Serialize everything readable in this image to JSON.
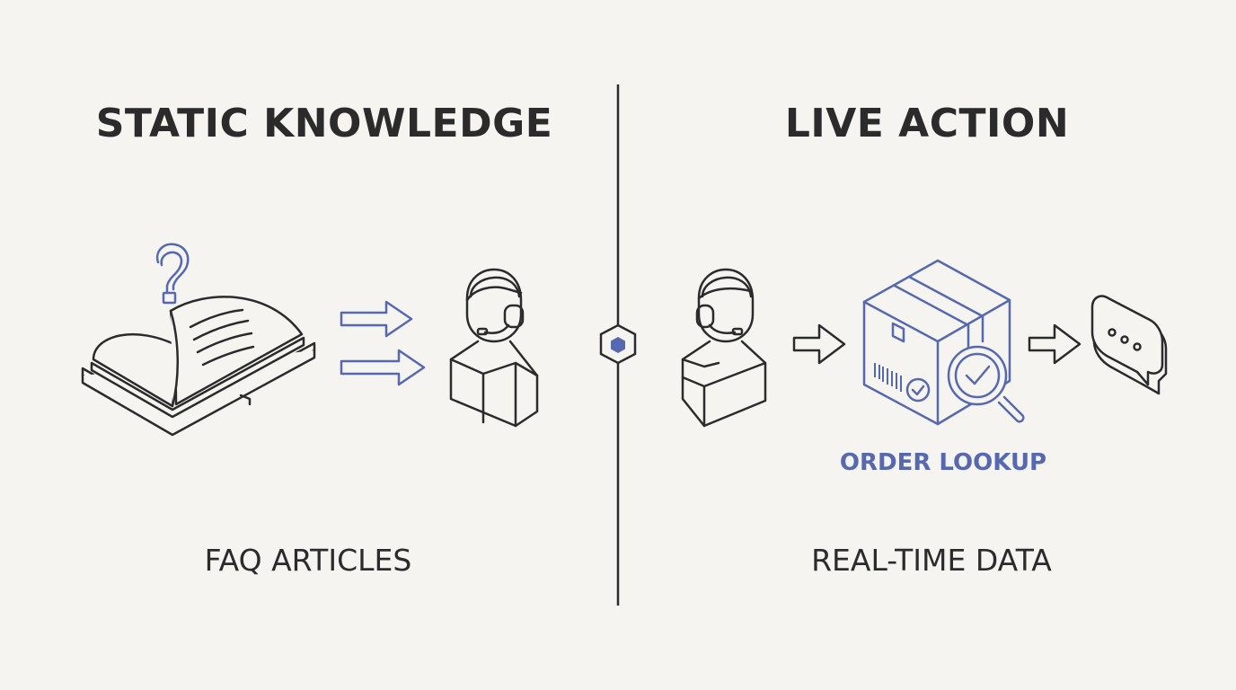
{
  "left_panel": {
    "title": "STATIC KNOWLEDGE",
    "caption": "FAQ ARTICLES"
  },
  "right_panel": {
    "title": "LIVE ACTION",
    "caption": "REAL-TIME DATA",
    "tool_label": "ORDER LOOKUP"
  },
  "icons": {
    "left": [
      "question-mark-icon",
      "open-book-icon",
      "arrow-right-icon",
      "arrow-right-icon",
      "support-agent-icon"
    ],
    "right": [
      "support-agent-icon",
      "arrow-right-icon",
      "package-box-icon",
      "magnifier-check-icon",
      "arrow-right-icon",
      "chat-bubble-icon"
    ],
    "divider": "hexagon-node-icon"
  },
  "colors": {
    "background": "#f5f4f0",
    "ink": "#2b2b2b",
    "accent": "#5568b0"
  }
}
